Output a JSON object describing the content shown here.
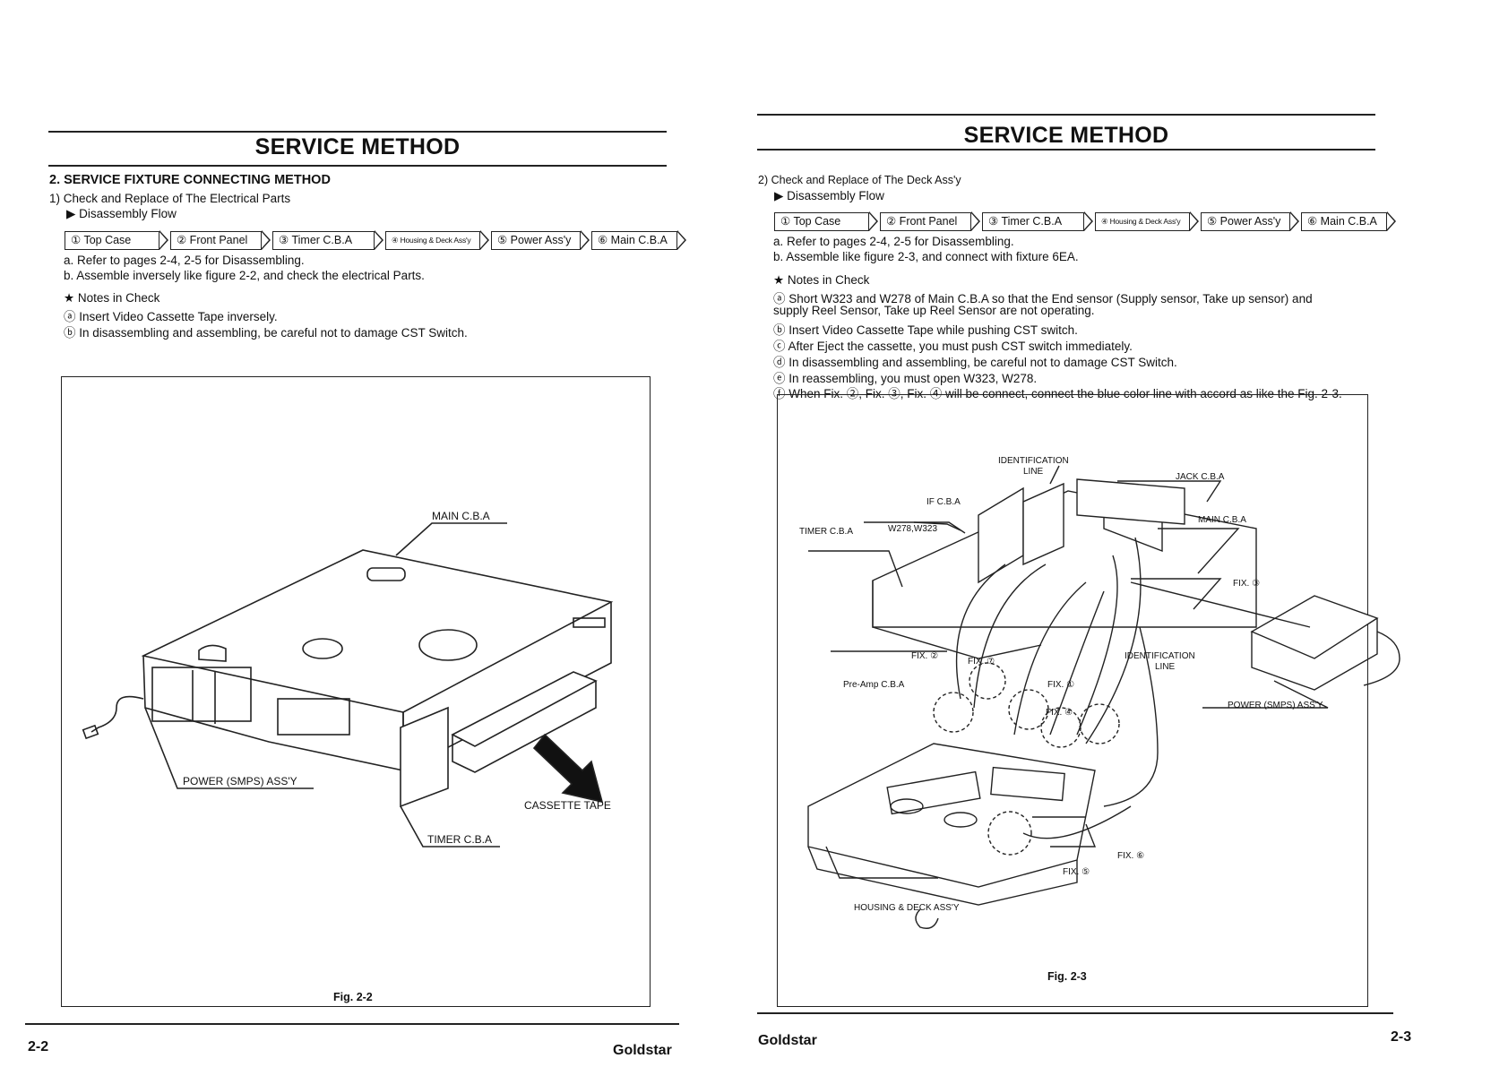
{
  "left": {
    "header": "SERVICE METHOD",
    "section_title": "2. SERVICE FIXTURE CONNECTING METHOD",
    "subsection": "1) Check and Replace of The Electrical Parts",
    "flow_label": "▶  Disassembly Flow",
    "flow_steps": [
      "① Top Case",
      "② Front Panel",
      "③ Timer C.B.A",
      "④ Housing & Deck Ass'y",
      "⑤ Power Ass'y",
      "⑥ Main C.B.A"
    ],
    "instructions": [
      "a.  Refer to pages 2-4, 2-5 for Disassembling.",
      "b.  Assemble inversely like figure 2-2, and check the electrical Parts."
    ],
    "notes_title": "★  Notes in Check",
    "notes": [
      "ⓐ  Insert Video Cassette Tape inversely.",
      "ⓑ  In disassembling and assembling, be careful not to damage CST Switch."
    ],
    "figure": {
      "labels": {
        "main_cba": "MAIN C.B.A",
        "power": "POWER (SMPS) ASS'Y",
        "cassette": "CASSETTE TAPE",
        "timer": "TIMER C.B.A"
      },
      "caption": "Fig. 2-2"
    },
    "page_number": "2-2",
    "brand": "Goldstar"
  },
  "right": {
    "header": "SERVICE METHOD",
    "subsection": "2) Check and Replace of The Deck Ass'y",
    "flow_label": "▶  Disassembly Flow",
    "flow_steps": [
      "① Top Case",
      "② Front Panel",
      "③ Timer C.B.A",
      "④ Housing & Deck Ass'y",
      "⑤ Power Ass'y",
      "⑥ Main C.B.A"
    ],
    "instructions": [
      "a.  Refer to pages 2-4, 2-5 for Disassembling.",
      "b.  Assemble like figure 2-3, and connect with fixture 6EA."
    ],
    "notes_title": "★  Notes in Check",
    "notes": [
      "ⓐ  Short W323 and W278 of Main C.B.A so that the End sensor (Supply sensor, Take up sensor) and",
      "     supply Reel Sensor, Take up Reel Sensor are not operating.",
      "ⓑ  Insert Video Cassette Tape while pushing CST switch.",
      "ⓒ  After Eject the cassette, you must push CST switch immediately.",
      "ⓓ  In disassembling and assembling, be careful not to damage CST Switch.",
      "ⓔ  In reassembling, you must open W323, W278.",
      "ⓕ  When Fix. ②, Fix. ③, Fix. ④  will be connect, connect the blue color line with accord as like the Fig. 2-3."
    ],
    "figure": {
      "labels": {
        "id_line_top": "IDENTIFICATION",
        "id_line_top2": "LINE",
        "jack": "JACK C.B.A",
        "if_cba": "IF C.B.A",
        "timer": "TIMER C.B.A",
        "wires": "W278,W323",
        "main_cba": "MAIN C.B.A",
        "fix3": "FIX. ③",
        "fix2": "FIX. ②",
        "fix7": "FIX. ⑦",
        "id_line_mid": "IDENTIFICATION",
        "id_line_mid2": "LINE",
        "preamp": "Pre-Amp C.B.A",
        "fix1": "FIX. ①",
        "fix4": "FIX. ④",
        "power": "POWER (SMPS) ASS'Y",
        "fix6": "FIX. ⑥",
        "fix5": "FIX. ⑤",
        "housing": "HOUSING & DECK ASS'Y"
      },
      "caption": "Fig. 2-3"
    },
    "page_number": "2-3",
    "brand": "Goldstar"
  }
}
